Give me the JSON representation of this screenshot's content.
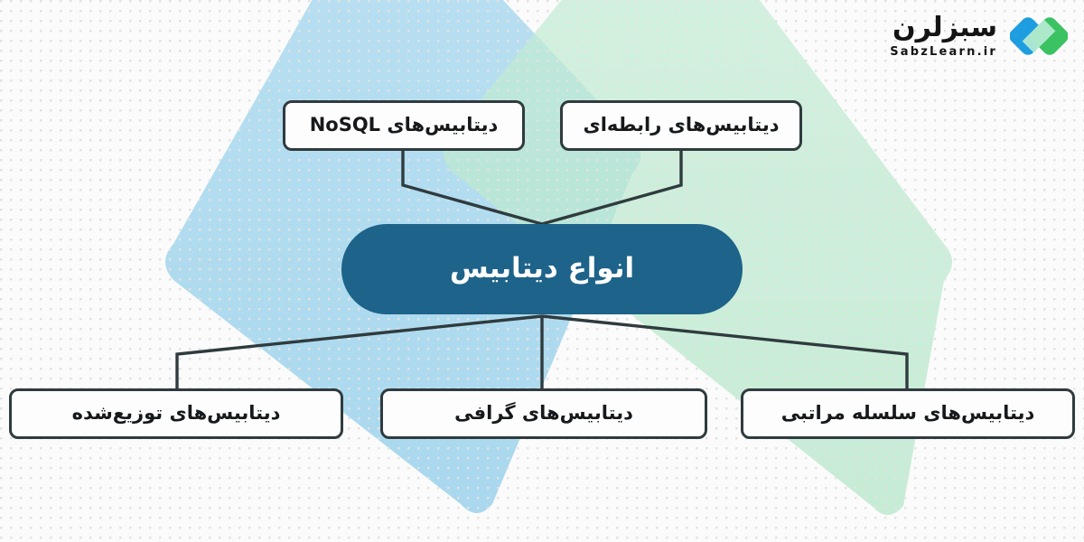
{
  "diagram": {
    "title": "انواع دیتابیس",
    "central_node": {
      "label": "انواع دیتابیس",
      "fill_color": "#1e6389",
      "text_color": "#ffffff"
    },
    "top_nodes": [
      {
        "id": "nosql",
        "label": "دیتابیس‌های NoSQL"
      },
      {
        "id": "relational",
        "label": "دیتابیس‌های رابطه‌ای"
      }
    ],
    "bottom_nodes": [
      {
        "id": "distributed",
        "label": "دیتابیس‌های توزیع‌شده"
      },
      {
        "id": "graph",
        "label": "دیتابیس‌های گرافی"
      },
      {
        "id": "hierarchical",
        "label": "دیتابیس‌های سلسله مراتبی"
      }
    ],
    "node_style": {
      "border_color": "#2f3b3e",
      "fill_color": "#fdfdfd",
      "text_color": "#16191b"
    },
    "connector_color": "#2f3b3e"
  },
  "background": {
    "page_color": "#fbfbfb",
    "dot_color": "#e2e2e2",
    "blue_diamond_color": "#aad9ef",
    "green_diamond_color": "#b9e8cd"
  },
  "branding": {
    "name_fa": "سبزلرن",
    "name_en": "SabzLearn.ir",
    "logo_blue": "#1e9ee0",
    "logo_green": "#3bc263",
    "logo_mint": "#b6ecd2"
  }
}
